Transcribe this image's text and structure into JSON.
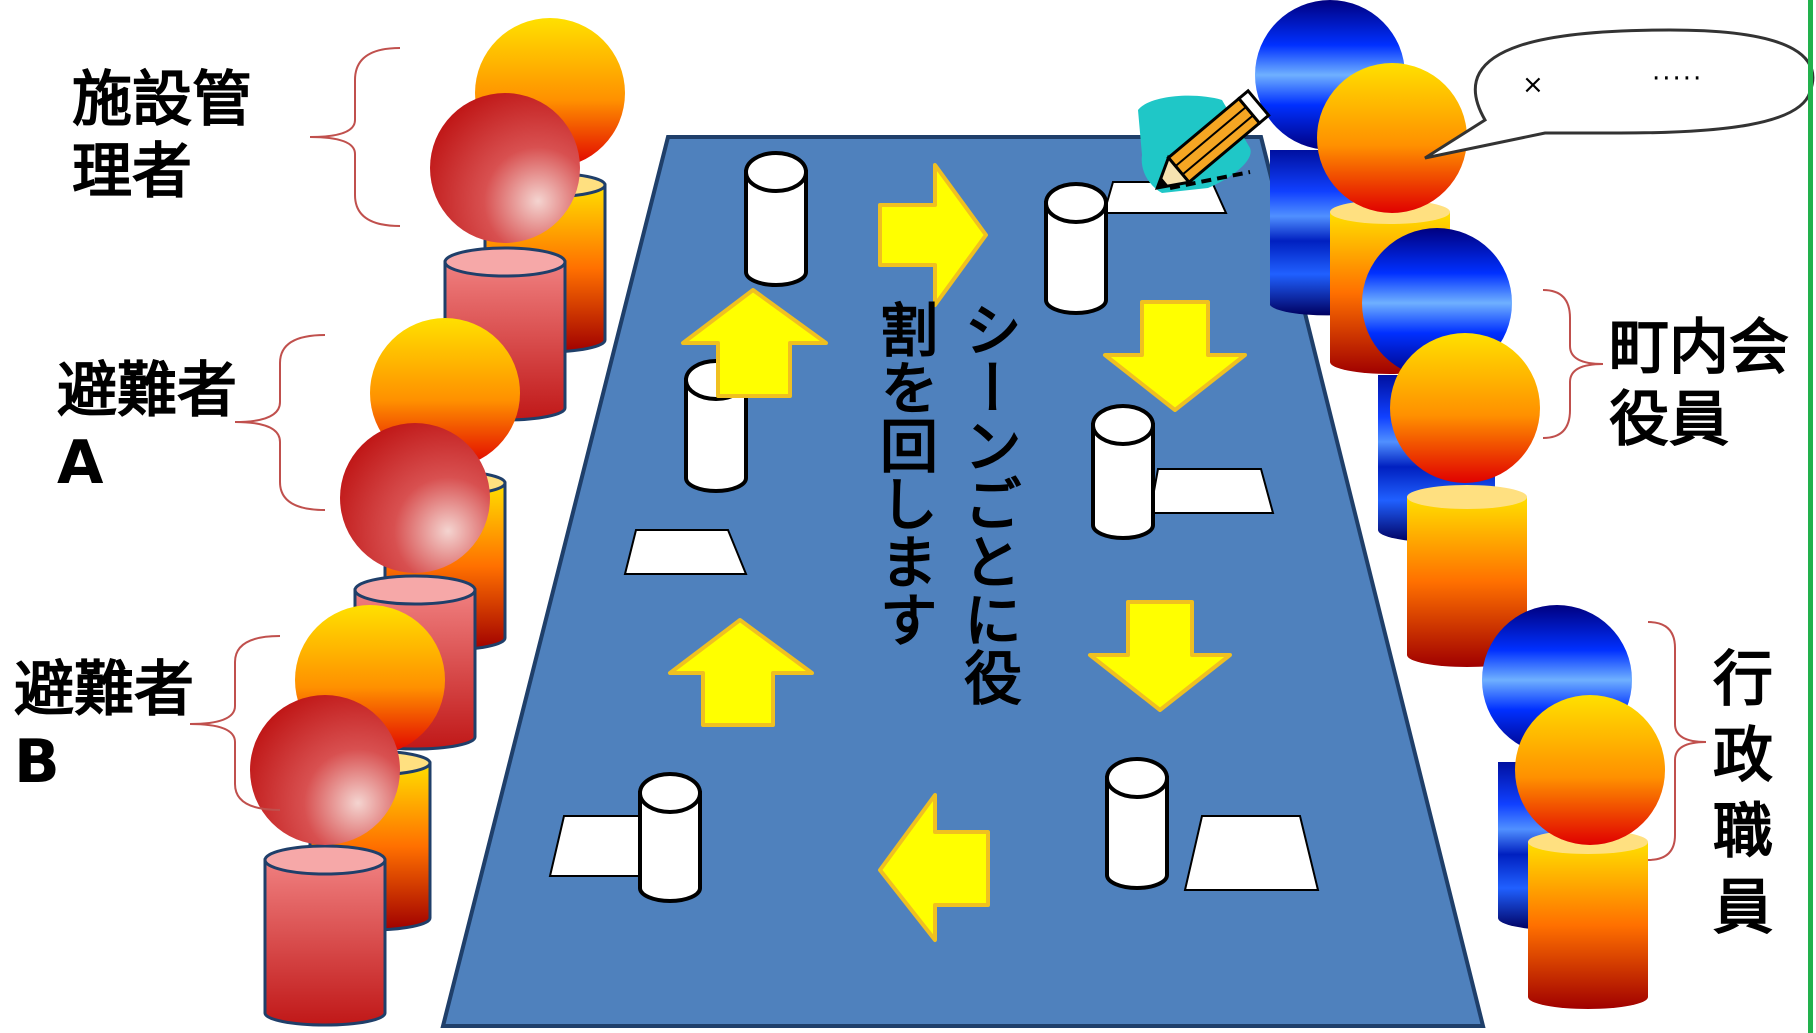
{
  "labels": {
    "facility_manager": "施設管\n理者",
    "evacuee_a": "避難者\nA",
    "evacuee_b": "避難者\nB",
    "neighborhood_officer": "町内会\n役員",
    "government_staff": "行\n政\n職\n員"
  },
  "center_text": "シーンごとに役割を回します",
  "bubble": {
    "mark": "×",
    "dots": "·····"
  },
  "colors": {
    "table": "#4f81bd",
    "table_border": "#1f3f6a",
    "arrow": "#ffff00",
    "arrow_border": "#f0c020",
    "bracket": "#c0504d",
    "border_green": "#22b14c"
  }
}
